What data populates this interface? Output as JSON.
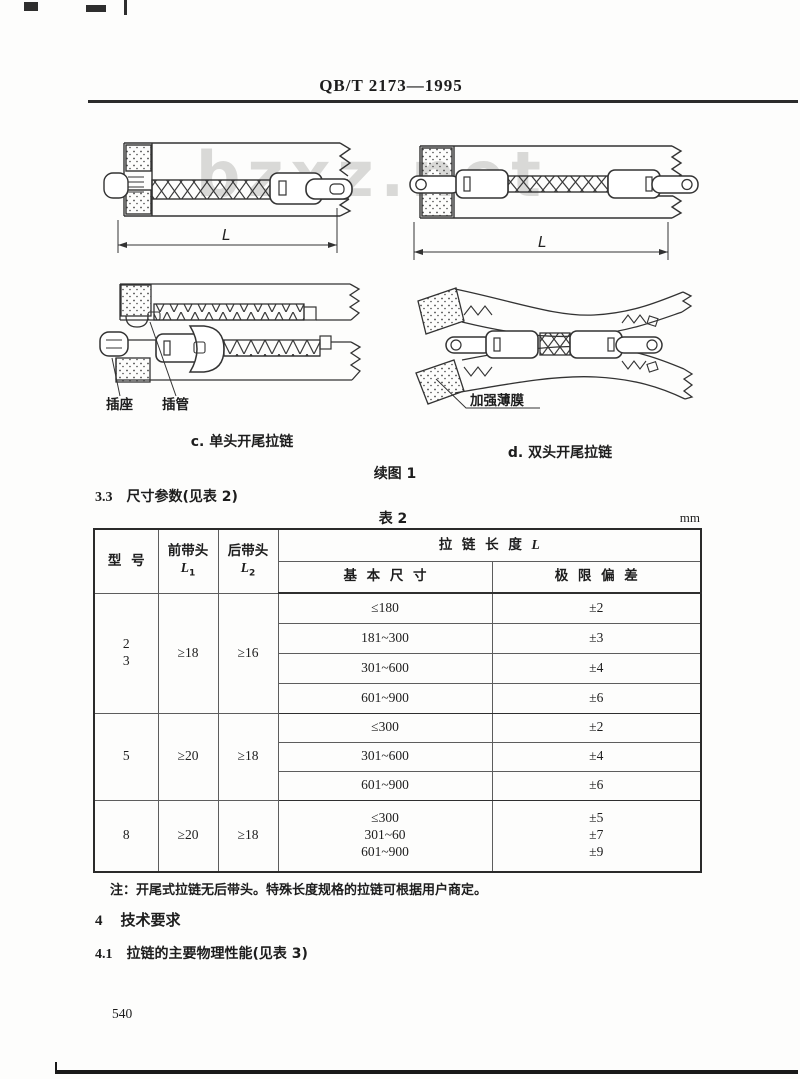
{
  "header": {
    "standard_code": "QB/T 2173—1995"
  },
  "watermark": {
    "text": "bzxz.net"
  },
  "figures": {
    "fig_a": {
      "dim_label": "L"
    },
    "fig_b": {
      "dim_label": "L"
    },
    "fig_c": {
      "caption": "c. 单头开尾拉链",
      "label_socket": "插座",
      "label_pin": "插管"
    },
    "fig_d": {
      "caption": "d. 双头开尾拉链",
      "label_film": "加强薄膜"
    },
    "continued_caption": "续图 1"
  },
  "section_3_3": {
    "number": "3.3",
    "title": "尺寸参数(见表 2)"
  },
  "table2": {
    "caption": "表 2",
    "unit": "mm",
    "headers": {
      "model": "型 号",
      "front": {
        "name": "前带头",
        "sym": "L",
        "sub": "1"
      },
      "rear": {
        "name": "后带头",
        "sym": "L",
        "sub": "2"
      },
      "length_prefix": "拉 链 长 度",
      "length_sym": "L",
      "basic": "基 本 尺 寸",
      "deviation": "极 限 偏 差"
    },
    "groups": [
      {
        "model_lines": [
          "2",
          "3"
        ],
        "front": "≥18",
        "rear": "≥16",
        "rows": [
          {
            "size": "≤180",
            "dev": "±2"
          },
          {
            "size": "181~300",
            "dev": "±3"
          },
          {
            "size": "301~600",
            "dev": "±4"
          },
          {
            "size": "601~900",
            "dev": "±6"
          }
        ]
      },
      {
        "model_lines": [
          "5"
        ],
        "front": "≥20",
        "rear": "≥18",
        "rows": [
          {
            "size": "≤300",
            "dev": "±2"
          },
          {
            "size": "301~600",
            "dev": "±4"
          },
          {
            "size": "601~900",
            "dev": "±6"
          }
        ]
      },
      {
        "model_lines": [
          "8"
        ],
        "front": "≥20",
        "rear": "≥18",
        "rows": [
          {
            "size": "≤300",
            "dev": "±5"
          },
          {
            "size": "301~60",
            "dev": "±7"
          },
          {
            "size": "601~900",
            "dev": "±9"
          }
        ]
      }
    ],
    "note": "注：开尾式拉链无后带头。特殊长度规格的拉链可根据用户商定。"
  },
  "section_4": {
    "number": "4",
    "title": "技术要求"
  },
  "section_4_1": {
    "number": "4.1",
    "title": "拉链的主要物理性能(见表 3)"
  },
  "page_number": "540"
}
